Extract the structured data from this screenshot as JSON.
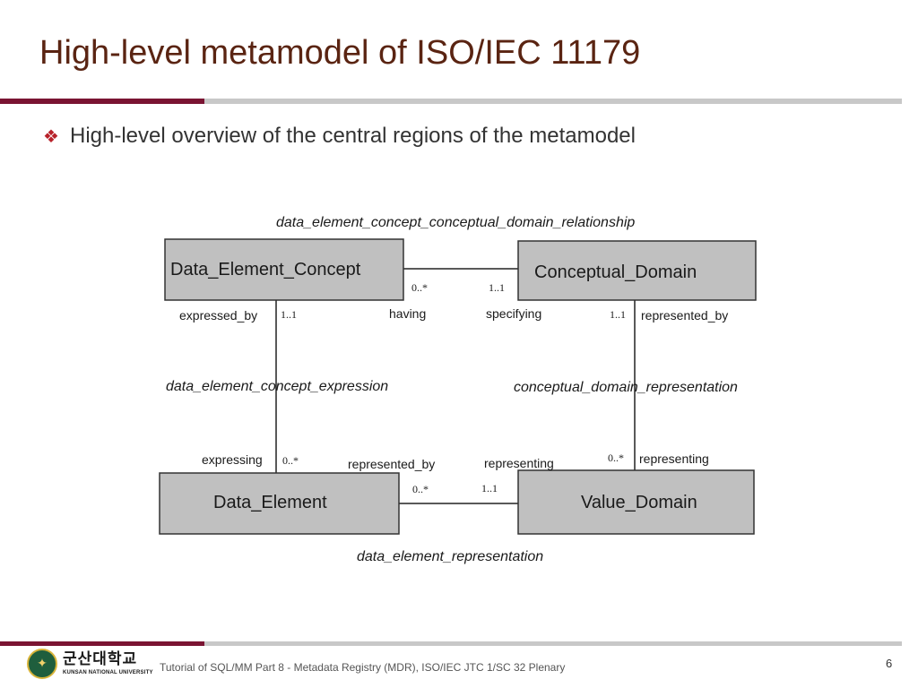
{
  "slide": {
    "title": "High-level metamodel of ISO/IEC 11179",
    "bullet_icon": "diamond-cluster-icon",
    "bullet": "High-level overview of the central regions of the metamodel"
  },
  "diagram": {
    "entities": {
      "dec": "Data_Element_Concept",
      "cd": "Conceptual_Domain",
      "de": "Data_Element",
      "vd": "Value_Domain"
    },
    "relationships": {
      "dec_cd": "data_element_concept_conceptual_domain_relationship",
      "dec_de": "data_element_concept_expression",
      "cd_vd": "conceptual_domain_representation",
      "de_vd": "data_element_representation"
    },
    "roles": {
      "dec_cd_dec_side": "having",
      "dec_cd_cd_side": "specifying",
      "dec_de_dec_side": "expressed_by",
      "dec_de_de_side": "expressing",
      "cd_vd_cd_side": "represented_by",
      "cd_vd_vd_side": "representing",
      "de_vd_de_side": "represented_by",
      "de_vd_vd_side": "representing"
    },
    "multiplicities": {
      "dec_cd_dec_side": "0..*",
      "dec_cd_cd_side": "1..1",
      "dec_de_dec_side": "1..1",
      "dec_de_de_side": "0..*",
      "cd_vd_cd_side": "1..1",
      "cd_vd_vd_side": "0..*",
      "de_vd_de_side": "0..*",
      "de_vd_vd_side": "1..1"
    }
  },
  "footer": {
    "logo_seal_icon": "university-seal-icon",
    "university_korean": "군산대학교",
    "university_english": "KUNSAN NATIONAL UNIVERSITY",
    "text": "Tutorial of SQL/MM Part 8 - Metadata Registry (MDR), ISO/IEC JTC 1/SC 32 Plenary",
    "page_number": "6"
  },
  "colors": {
    "title": "#5a2412",
    "accent_bar": "#7a1432",
    "divider": "#c8c8c8",
    "bullet_icon": "#b8222a",
    "entity_fill": "#c0c0c0"
  }
}
